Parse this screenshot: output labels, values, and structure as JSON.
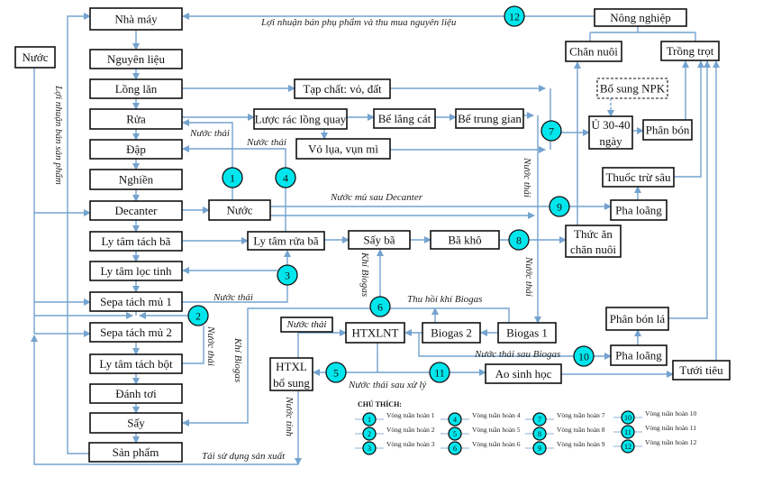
{
  "boxes": {
    "nha_may": "Nhà máy",
    "nguyen_lieu": "Nguyên liệu",
    "long_lan": "Lồng lăn",
    "rua": "Rửa",
    "dap": "Đập",
    "nghien": "Nghiền",
    "decanter": "Decanter",
    "ly_tam_tach_ba": "Ly tâm tách bã",
    "ly_tam_loc_tinh": "Ly tâm lọc tinh",
    "sepa_1": "Sepa tách mủ 1",
    "sepa_2": "Sepa tách mủ 2",
    "ly_tam_tach_bot": "Ly tâm tách bột",
    "danh_toi": "Đánh tơi",
    "say": "Sấy",
    "san_pham": "Sản phẩm",
    "nuoc_left": "Nước",
    "tap_chat": "Tạp chất: vỏ, đất",
    "luoc_rac": "Lược rác lồng quay",
    "be_lang_cat": "Bể lắng cát",
    "be_trung_gian": "Bể trung gian",
    "vo_lua": "Vỏ lụa, vụn mì",
    "nuoc_mid": "Nước",
    "ly_tam_rua_ba": "Ly tâm rửa bã",
    "say_ba": "Sấy bã",
    "ba_kho": "Bã khô",
    "thuc_an_1": "Thức ăn",
    "thuc_an_2": "chăn nuôi",
    "nong_nghiep": "Nông nghiệp",
    "chan_nuoi": "Chăn nuôi",
    "trong_trot": "Trồng trọt",
    "bo_sung_npk": "Bổ sung NPK",
    "u_1": "Ủ 30-40",
    "u_2": "ngày",
    "phan_bon": "Phân bón",
    "thuoc_tru_sau": "Thuốc trừ sâu",
    "pha_loang_top": "Pha loãng",
    "phan_bon_la": "Phân bón lá",
    "pha_loang_bottom": "Pha loãng",
    "tuoi_tieu": "Tưới tiêu",
    "htxlnt": "HTXLNT",
    "biogas_2": "Biogas 2",
    "biogas_1": "Biogas 1",
    "nuoc_thai_box": "Nước thải",
    "htxl_1": "HTXL",
    "htxl_2": "bổ sung",
    "ao_sinh_hoc": "Ao sinh học"
  },
  "labels": {
    "loi_nhuan_phu_pham": "Lợi nhuận bán phụ phẩm và thu mua nguyên liệu",
    "loi_nhuan_san_pham": "Lợi nhuận bán sản phẩm",
    "nuoc_thai_rua": "Nước thải",
    "nuoc_thai_dap": "Nước thải",
    "nuoc_mu_sau_decanter": "Nước mủ sau Decanter",
    "nuoc_thai_vertical_1": "Nước thải",
    "nuoc_thai_sepa": "Nước thải",
    "nuoc_thai_vertical_2": "Nước thải",
    "khi_biogas_1": "Khí Biogas",
    "khi_biogas_2": "Khí Biogas",
    "thu_hoi_khi_biogas": "Thu hồi khí Biogas",
    "nuoc_thai_vertical_3": "Nước thải",
    "nuoc_thai_sau_biogas": "Nước thải sau Biogas",
    "nuoc_thai_sau_xu_ly": "Nước thải sau xử lý",
    "nuoc_tinh": "Nước tinh",
    "tai_su_dung": "Tái sử dụng sản xuất"
  },
  "circles": [
    "1",
    "2",
    "3",
    "4",
    "5",
    "6",
    "7",
    "8",
    "9",
    "10",
    "11",
    "12"
  ],
  "legend": {
    "title": "CHÚ THÍCH:",
    "items": [
      {
        "num": "1",
        "label": "Vòng tuần hoàn 1"
      },
      {
        "num": "2",
        "label": "Vòng tuần hoàn 2"
      },
      {
        "num": "3",
        "label": "Vòng tuần hoàn 3"
      },
      {
        "num": "4",
        "label": "Vòng tuần hoàn 4"
      },
      {
        "num": "5",
        "label": "Vòng tuần hoàn 5"
      },
      {
        "num": "6",
        "label": "Vòng tuần hoàn 6"
      },
      {
        "num": "7",
        "label": "Vòng tuần hoàn 7"
      },
      {
        "num": "8",
        "label": "Vòng tuần hoàn 8"
      },
      {
        "num": "9",
        "label": "Vòng tuần hoàn 9"
      },
      {
        "num": "10",
        "label": "Vòng tuần hoàn 10"
      },
      {
        "num": "11",
        "label": "Vòng tuần hoàn 11"
      },
      {
        "num": "12",
        "label": "Vòng tuần hoàn 12"
      }
    ]
  },
  "colors": {
    "line": "#74a3cf",
    "circle": "#00e6ec",
    "box_border": "#111111"
  }
}
